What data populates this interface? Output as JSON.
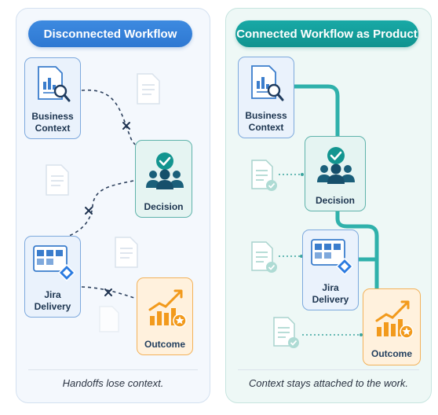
{
  "left": {
    "title": "Disconnected Workflow",
    "caption": "Handoffs lose context.",
    "nodes": {
      "business_context": "Business\nContext",
      "decision": "Decision",
      "jira_delivery": "Jira\nDelivery",
      "outcome": "Outcome"
    }
  },
  "right": {
    "title": "Connected Workflow as Product",
    "caption": "Context stays attached to the work.",
    "nodes": {
      "business_context": "Business\nContext",
      "decision": "Decision",
      "jira_delivery": "Jira\nDelivery",
      "outcome": "Outcome"
    }
  },
  "icons": {
    "business_context": "report-magnifier-icon",
    "decision": "team-check-icon",
    "jira_delivery": "kanban-board-icon",
    "outcome": "growth-chart-star-icon",
    "document": "document-icon",
    "document_check": "document-check-icon",
    "break": "x-mark-icon"
  },
  "colors": {
    "blue_accent": "#2e78d2",
    "teal_accent": "#10938f",
    "orange_accent": "#f39a1e"
  }
}
